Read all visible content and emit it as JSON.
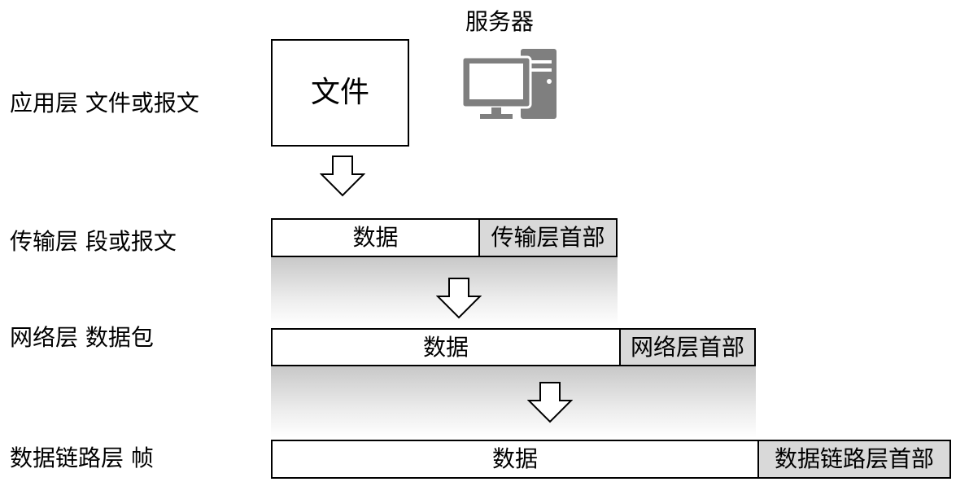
{
  "server": {
    "caption": "服务器",
    "icon": "computer-server-icon"
  },
  "layers": [
    {
      "label": "应用层  文件或报文",
      "box_text": "文件"
    },
    {
      "label": "传输层  段或报文",
      "data_text": "数据",
      "header_text": "传输层首部"
    },
    {
      "label": "网络层  数据包",
      "data_text": "数据",
      "header_text": "网络层首部"
    },
    {
      "label": "数据链路层  帧",
      "data_text": "数据",
      "header_text": "数据链路层首部"
    }
  ],
  "colors": {
    "header_fill": "#d9d9d9",
    "icon_gray": "#7f7f7f"
  }
}
